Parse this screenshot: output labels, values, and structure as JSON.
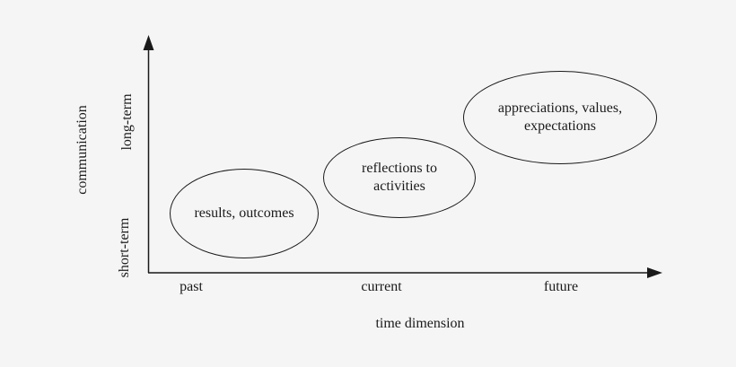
{
  "colors": {
    "background": "#f5f5f5",
    "line": "#1a1a1a",
    "text": "#1a1a1a"
  },
  "figure": {
    "y_axis": {
      "label": "communication",
      "ticks": [
        "long-term",
        "short-term"
      ]
    },
    "x_axis": {
      "label": "time dimension",
      "ticks": [
        "past",
        "current",
        "future"
      ]
    },
    "ellipses": [
      {
        "label": "results, outcomes",
        "x_zone": "past",
        "y_zone": "short-term"
      },
      {
        "label": "reflections to\nactivities",
        "x_zone": "current",
        "y_zone": "mid"
      },
      {
        "label": "appreciations, values,\nexpectations",
        "x_zone": "future",
        "y_zone": "long-term"
      }
    ]
  }
}
